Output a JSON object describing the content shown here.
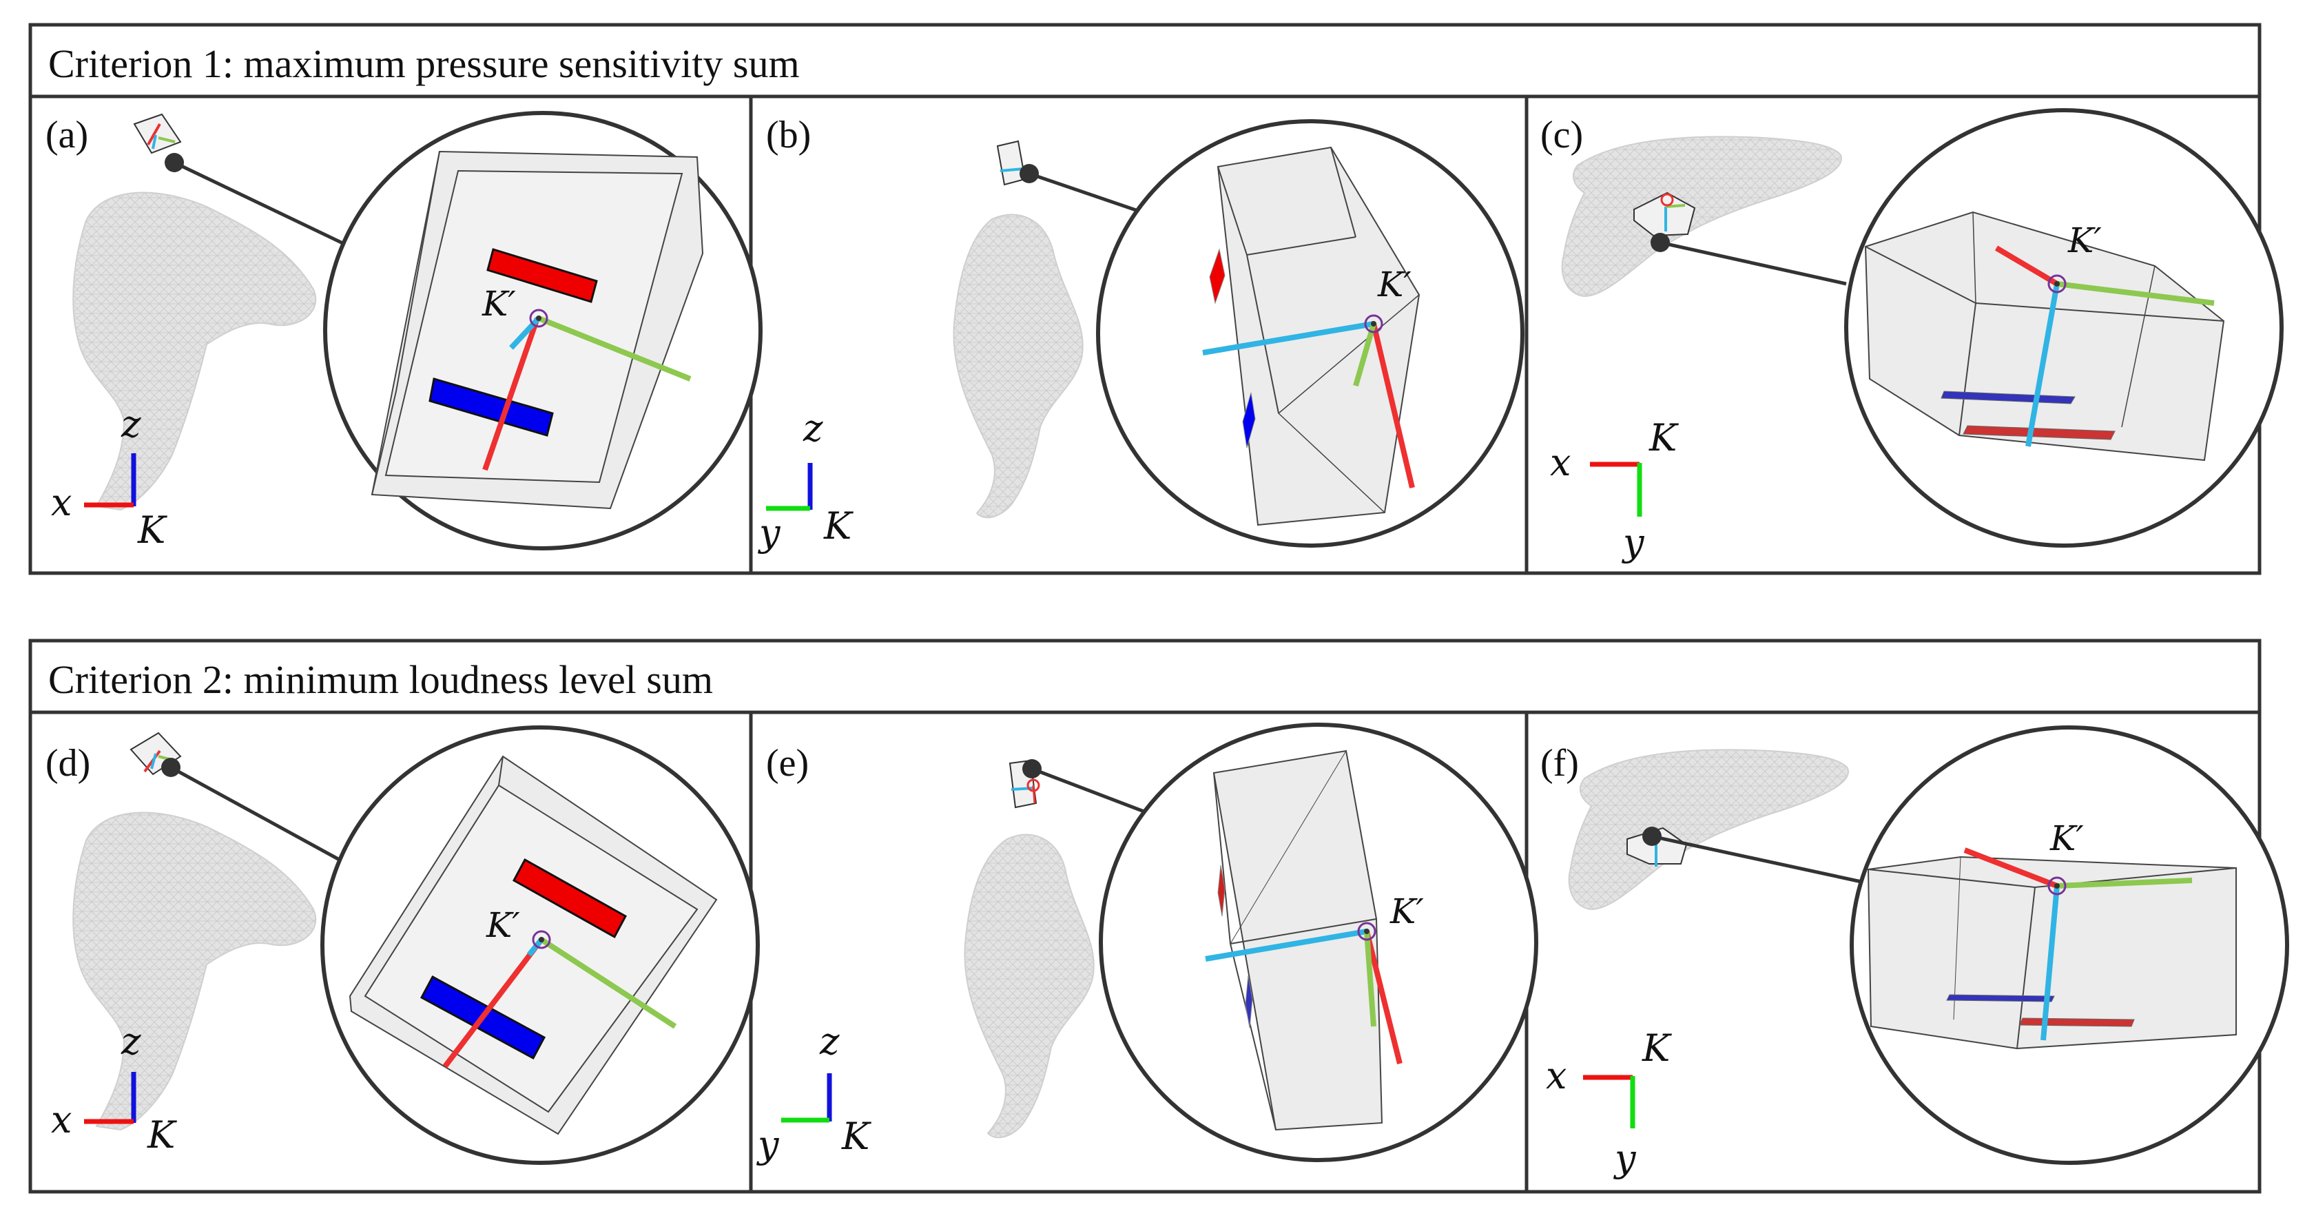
{
  "criteria": [
    {
      "title": "Criterion 1: maximum pressure sensitivity sum",
      "panels": [
        {
          "label": "(a)",
          "view": "xz",
          "axis_h": "x",
          "axis_v": "z",
          "frame": "K",
          "local_frame": "K′"
        },
        {
          "label": "(b)",
          "view": "yz",
          "axis_h": "y",
          "axis_v": "z",
          "frame": "K",
          "local_frame": "K′"
        },
        {
          "label": "(c)",
          "view": "xy",
          "axis_h": "x",
          "axis_v": "y",
          "frame": "K",
          "local_frame": "K′"
        }
      ]
    },
    {
      "title": "Criterion 2: minimum loudness level sum",
      "panels": [
        {
          "label": "(d)",
          "view": "xz",
          "axis_h": "x",
          "axis_v": "z",
          "frame": "K",
          "local_frame": "K′"
        },
        {
          "label": "(e)",
          "view": "yz",
          "axis_h": "y",
          "axis_v": "z",
          "frame": "K",
          "local_frame": "K′"
        },
        {
          "label": "(f)",
          "view": "xy",
          "axis_h": "x",
          "axis_v": "y",
          "frame": "K",
          "local_frame": "K′"
        }
      ]
    }
  ],
  "colors": {
    "axis_x": "#ee1111",
    "axis_y": "#11dd11",
    "axis_z": "#1111dd",
    "local_red": "#ee3030",
    "local_green": "#8dc850",
    "local_blue": "#30b4e4",
    "sensor_red": "#ee0000",
    "sensor_blue": "#0000ee",
    "mesh_fill": "#e2e2e2",
    "box_fill": "#eeeeee",
    "frame_line": "#333333"
  },
  "icons": [
    "ear-mesh",
    "sensor-box",
    "zoom-circle",
    "origin-marker",
    "coordinate-triad"
  ]
}
